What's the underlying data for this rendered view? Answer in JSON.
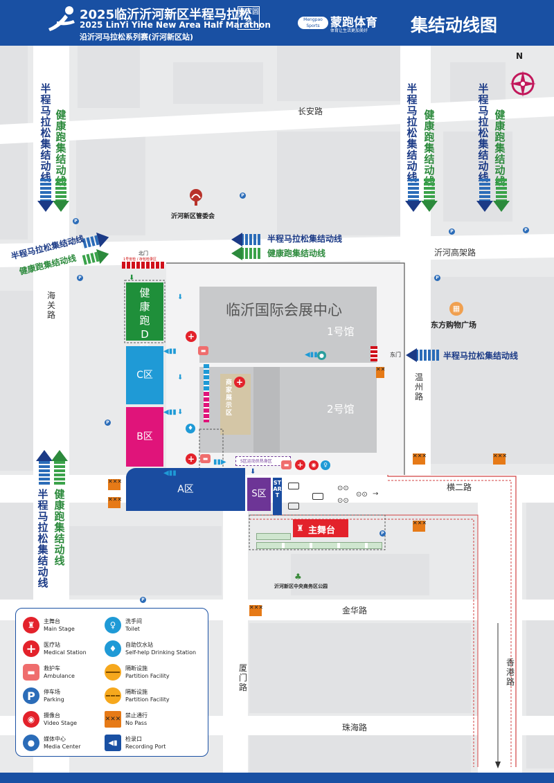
{
  "header": {
    "title_cn": "2025临沂沂河新区半程马拉松",
    "title_en": "2025 LinYi YiHe New Area Half Marathon",
    "subtitle": "沿沂河马拉松系列赛(沂河新区站)",
    "seal": "聚家圆梦",
    "sponsor_logo": "Mengpao Sports",
    "sponsor_name": "蒙跑体育",
    "sponsor_slogan": "体育让生活更加美好",
    "map_title": "集结动线图"
  },
  "roads": {
    "changan": "长安路",
    "haiguan": "海关路",
    "yihe_gaojia": "沂河高架路",
    "wenzhou": "温州路",
    "henger": "横二路",
    "jinhua": "金华路",
    "xiamen": "厦门路",
    "xianggang": "香港路",
    "zhuhai": "珠海路"
  },
  "places": {
    "committee": "沂河新区管委会",
    "expo": "临沂国际会展中心",
    "hall1": "1号馆",
    "hall2": "2号馆",
    "mall": "东方购物广场",
    "park": "沂河新区中央商务区公园",
    "north_gate": "北门",
    "north_gate_note": "1号安检 / 存包检录区",
    "east_gate": "东门",
    "merchant": "商家展示区",
    "warmup": "S区运动员热身区",
    "main_stage": "主舞台",
    "start": "START"
  },
  "zones": {
    "d": "健康跑D区",
    "c": "C区",
    "b": "B区",
    "a": "A区",
    "s": "S区"
  },
  "routes": {
    "half": "半程马拉松集结动线",
    "health": "健康跑集结动线"
  },
  "compass": "N",
  "legend": [
    {
      "icon": "main-stage-icon",
      "cn": "主舞台",
      "en": "Main Stage"
    },
    {
      "icon": "medical-station-icon",
      "cn": "医疗站",
      "en": "Medical Station"
    },
    {
      "icon": "ambulance-icon",
      "cn": "救护车",
      "en": "Ambulance"
    },
    {
      "icon": "parking-icon",
      "cn": "停车场",
      "en": "Parking"
    },
    {
      "icon": "video-stage-icon",
      "cn": "摄像台",
      "en": "Video  Stage"
    },
    {
      "icon": "media-center-icon",
      "cn": "媒体中心",
      "en": "Media Center"
    },
    {
      "icon": "toilet-icon",
      "cn": "洗手间",
      "en": "Toilet"
    },
    {
      "icon": "drinking-station-icon",
      "cn": "自助饮水站",
      "en": "Self-help Drinking Station"
    },
    {
      "icon": "partition-solid-icon",
      "cn": "隔断设施",
      "en": "Partition Facility"
    },
    {
      "icon": "partition-dashed-icon",
      "cn": "隔断设施",
      "en": "Partition Facility"
    },
    {
      "icon": "no-pass-icon",
      "cn": "禁止通行",
      "en": "No Pass"
    },
    {
      "icon": "recording-port-icon",
      "cn": "检录口",
      "en": "Recording Port"
    }
  ],
  "colors": {
    "brand": "#1950a3",
    "navy": "#1b3a86",
    "green": "#2c8a3c",
    "zone_d": "#1f8f3a",
    "zone_c": "#1f9ad6",
    "zone_b": "#e0147a",
    "zone_a": "#1a4ca0",
    "zone_s": "#6d3596",
    "main_stage": "#e3222b",
    "no_pass": "#e67a17"
  }
}
